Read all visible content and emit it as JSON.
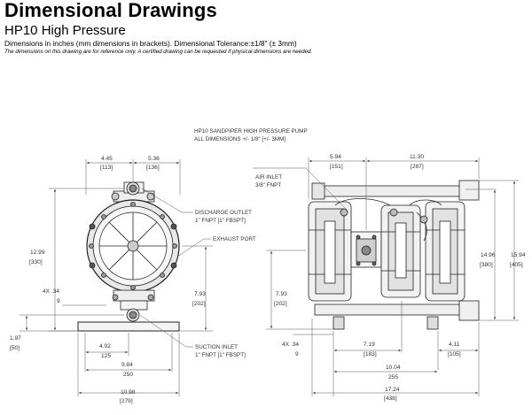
{
  "header": {
    "title": "Dimensional Drawings",
    "subtitle": "HP10 High Pressure",
    "dimensions_note": "Dimensions in inches (mm dimensions in brackets).  Dimensional Tolerance:±1/8\" (± 3mm)",
    "disclaimer": "The dimensions on this drawing are for reference only. A certified drawing can be requested if physical dimensions are needed."
  },
  "drawing": {
    "title_line1": "HP10 SANDPIPER HIGH PRESSURE PUMP",
    "title_line2": "ALL DIMENSIONS +/- 1/8\" [+/- 3MM]",
    "front_view": {
      "dim_445": "4.45",
      "dim_445_mm": "[113]",
      "dim_536": "5.36",
      "dim_536_mm": "[136]",
      "dim_1299": "12.99",
      "dim_1299_mm": "[330]",
      "dim_4x34": "4X .34",
      "dim_4x34_mm": "9",
      "dim_793": "7.93",
      "dim_793_mm": "[202]",
      "dim_197": "1.97",
      "dim_197_mm": "[50]",
      "dim_492": "4.92",
      "dim_492_mm": "125",
      "dim_984": "9.84",
      "dim_984_mm": "250",
      "dim_1098": "10.98",
      "dim_1098_mm": "[279]",
      "discharge_outlet_1": "DISCHARGE OUTLET",
      "discharge_outlet_2": "1\" FNPT [1\" FBSPT]",
      "exhaust_port": "EXHAUST PORT",
      "suction_inlet_1": "SUCTION INLET",
      "suction_inlet_2": "1\" FNPT [1\" FBSPT]"
    },
    "side_view": {
      "dim_594": "5.94",
      "dim_594_mm": "[151]",
      "dim_1130": "11.30",
      "dim_1130_mm": "[287]",
      "air_inlet_1": "AIR INLET",
      "air_inlet_2": "3/8\" FNPT",
      "dim_1496": "14.96",
      "dim_1496_mm": "[380]",
      "dim_1594": "15.94",
      "dim_1594_mm": "[405]",
      "dim_793": "7.93",
      "dim_793_mm": "[202]",
      "dim_4x34": "4X .34",
      "dim_4x34_mm": "9",
      "dim_719": "7.19",
      "dim_719_mm": "[183]",
      "dim_411": "4.11",
      "dim_411_mm": "[105]",
      "dim_1004": "10.04",
      "dim_1004_mm": "255",
      "dim_1724": "17.24",
      "dim_1724_mm": "[438]"
    }
  }
}
